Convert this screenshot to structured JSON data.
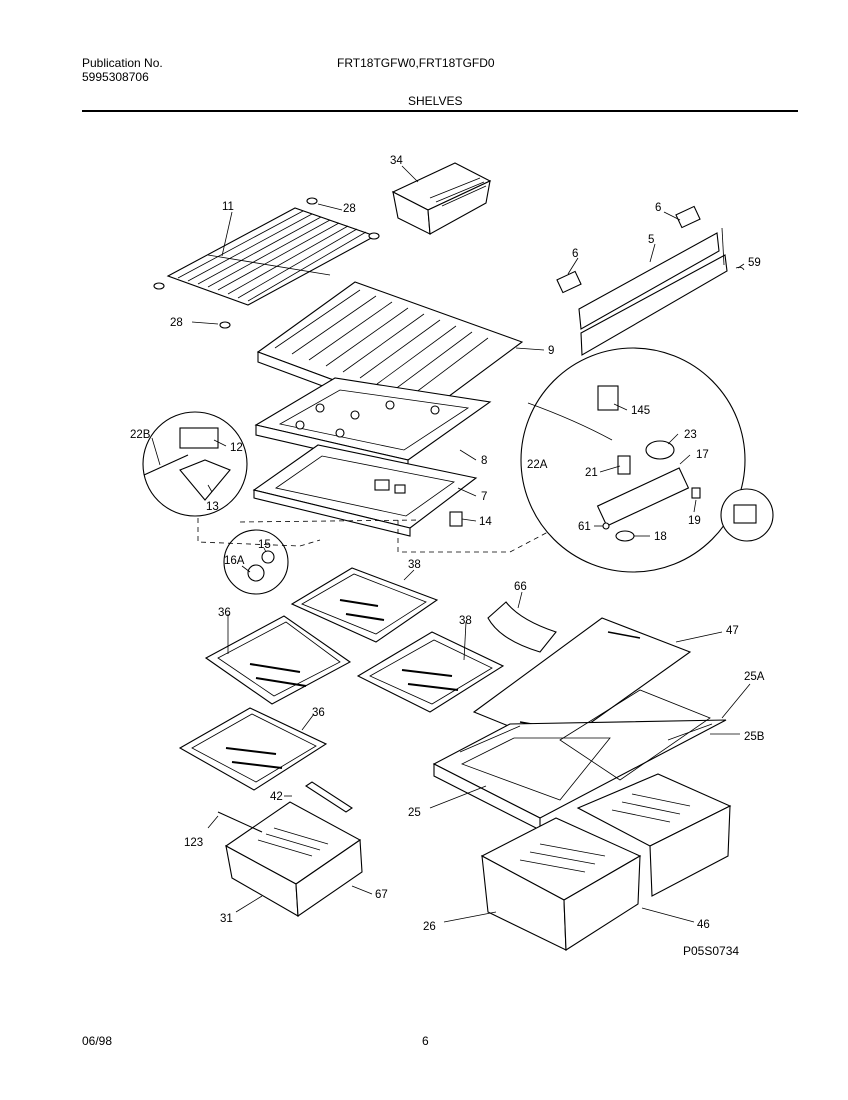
{
  "header": {
    "publication_label": "Publication No.",
    "publication_number": "5995308706",
    "models": "FRT18TGFW0,FRT18TGFD0",
    "section": "SHELVES"
  },
  "footer": {
    "date": "06/98",
    "page": "6",
    "figure_code": "P05S0734"
  },
  "callouts": {
    "c11": "11",
    "c28a": "28",
    "c28b": "28",
    "c34": "34",
    "c6a": "6",
    "c6b": "6",
    "c5": "5",
    "c59": "59",
    "c9": "9",
    "c145": "145",
    "c23": "23",
    "c22a": "22A",
    "c21": "21",
    "c17": "17",
    "c22b": "22B",
    "c12": "12",
    "c13": "13",
    "c8": "8",
    "c7": "7",
    "c14": "14",
    "c61": "61",
    "c18": "18",
    "c19": "19",
    "c15": "15",
    "c16a": "16A",
    "c38a": "38",
    "c66": "66",
    "c36a": "36",
    "c38b": "38",
    "c47": "47",
    "c25a": "25A",
    "c36b": "36",
    "c25b": "25B",
    "c42": "42",
    "c25": "25",
    "c123": "123",
    "c67": "67",
    "c31": "31",
    "c26": "26",
    "c46": "46"
  }
}
